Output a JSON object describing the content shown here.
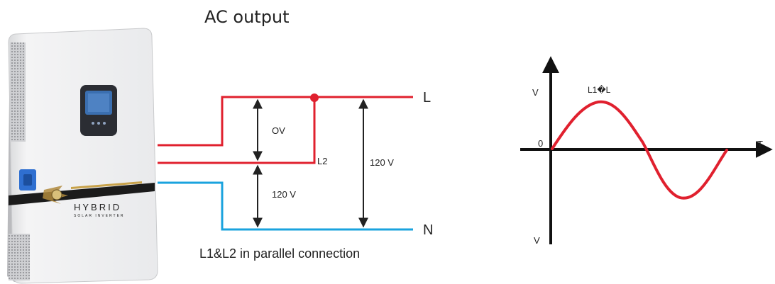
{
  "title": "AC output",
  "caption": "L1&L2 in parallel connection",
  "inverter": {
    "brand_text": "HYBRID",
    "sub_text": "SOLAR INVERTER"
  },
  "wiring": {
    "label_L": "L",
    "label_N": "N",
    "label_L2": "L2",
    "voltage_top": "OV",
    "voltage_bottom": "120 V",
    "voltage_total": "120 V",
    "colors": {
      "live": "#e0202e",
      "neutral": "#1aa3de",
      "arrow": "#222222"
    }
  },
  "waveform": {
    "axis_y_top": "V",
    "axis_y_bottom": "V",
    "axis_x": "T",
    "origin": "0",
    "curve_label": "L1�L",
    "curve_color": "#e0202e"
  }
}
